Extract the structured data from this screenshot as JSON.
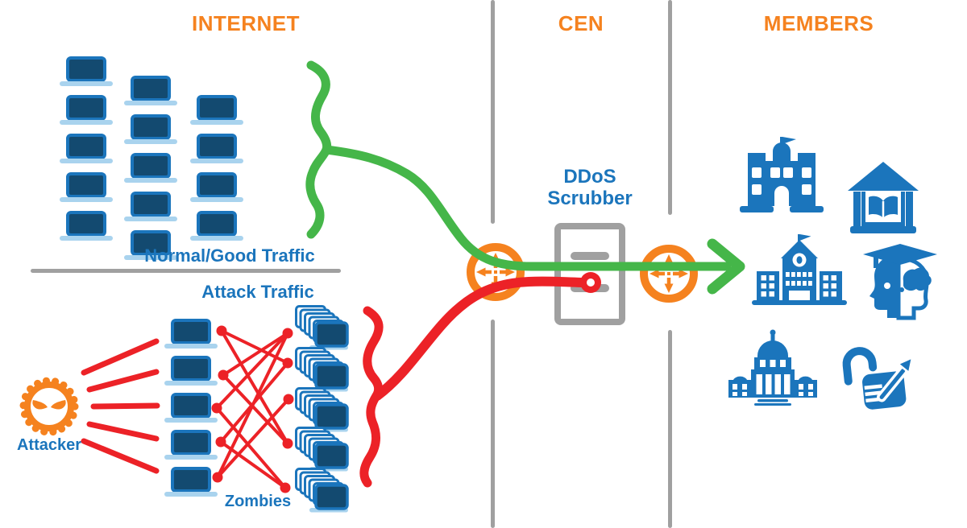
{
  "zones": [
    {
      "id": "internet",
      "label": "INTERNET"
    },
    {
      "id": "cen",
      "label": "CEN"
    },
    {
      "id": "members",
      "label": "MEMBERS"
    }
  ],
  "labels": {
    "normal_traffic": "Normal/Good Traffic",
    "attack_traffic": "Attack Traffic",
    "attacker": "Attacker",
    "zombies": "Zombies",
    "ddos_scrubber_line1": "DDoS",
    "ddos_scrubber_line2": "Scrubber"
  },
  "flows": [
    {
      "name": "normal-good-traffic",
      "color": "#45B649"
    },
    {
      "name": "attack-traffic",
      "color": "#EC2227"
    }
  ],
  "counts": {
    "internet_hosts": 14,
    "attack_relay_hosts": 5,
    "zombie_stacks": 5,
    "routers": 2,
    "member_icons": 6
  },
  "member_icons": [
    "school-building",
    "library",
    "high-school",
    "education-head",
    "capitol-building",
    "unlocked-padlock"
  ],
  "colors": {
    "orange": "#F5821F",
    "blue": "#1B75BC",
    "navy": "#134A70",
    "light_blue": "#A9D3EE",
    "green": "#45B649",
    "red": "#EC2227",
    "gray": "#A0A0A0"
  }
}
